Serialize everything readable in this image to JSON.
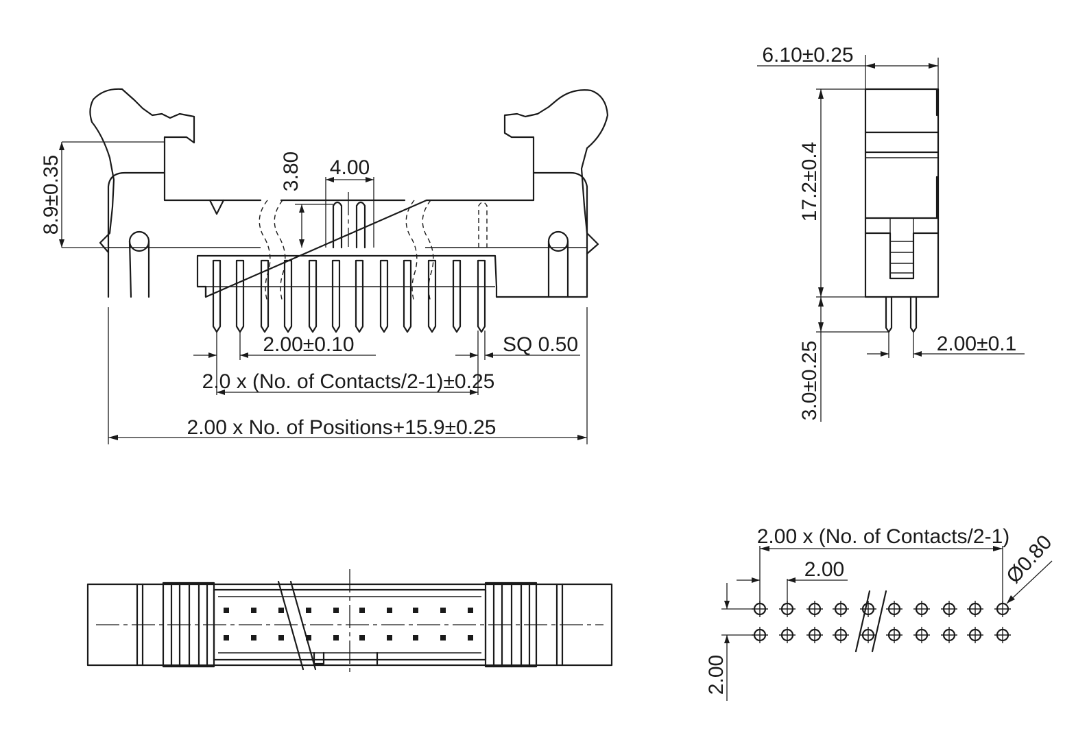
{
  "front_view": {
    "height_dim": "8.9±0.35",
    "pin_height_dim": "3.80",
    "latch_pin_dim": "4.00",
    "pin_pitch_dim": "2.00±0.10",
    "pin_square_dim": "SQ 0.50",
    "pin_span_dim": "2.0 x (No. of Contacts/2-1)±0.25",
    "overall_length_dim": "2.00 x No. of Positions+15.9±0.25"
  },
  "side_view": {
    "width_dim": "6.10±0.25",
    "body_height_dim": "17.2±0.4",
    "pin_length_dim": "3.0±0.25",
    "row_pitch_dim": "2.00±0.1"
  },
  "footprint": {
    "span_dim": "2.00 x (No. of Contacts/2-1)",
    "pitch_dim": "2.00",
    "hole_dim": "Ø0.80",
    "row_pitch_dim": "2.00"
  }
}
